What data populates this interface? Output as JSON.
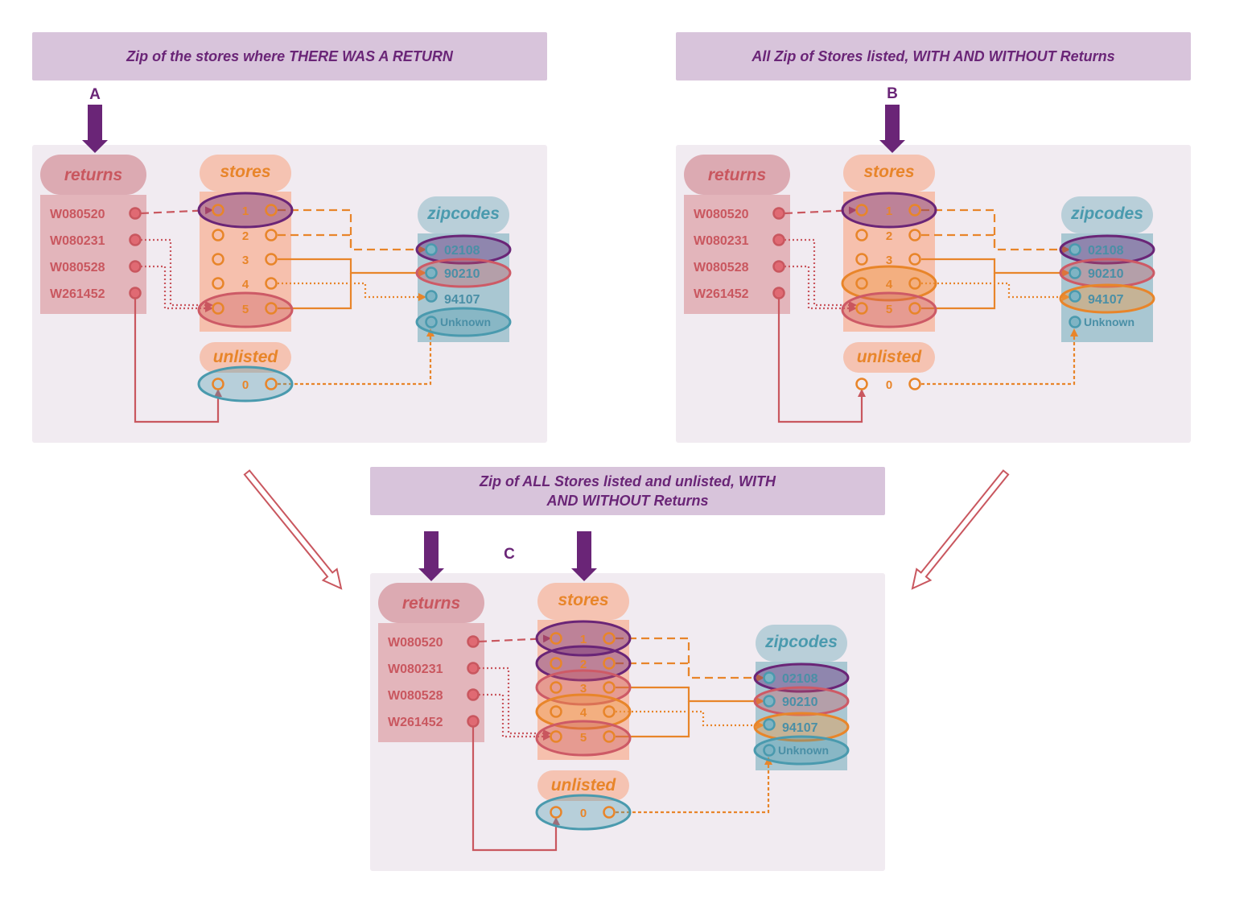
{
  "banners": {
    "a": "Zip of the stores where THERE WAS A RETURN",
    "b": "All Zip of Stores listed, WITH AND WITHOUT Returns",
    "c": "Zip of ALL Stores listed and unlisted, WITH AND WITHOUT Returns"
  },
  "panel_letters": [
    "A",
    "B",
    "C"
  ],
  "tables": {
    "returns_title": "returns",
    "stores_title": "stores",
    "zipcodes_title": "zipcodes",
    "unlisted_title": "unlisted"
  },
  "return_ids": [
    "W080520",
    "W080231",
    "W080528",
    "W261452"
  ],
  "store_ids": [
    "1",
    "2",
    "3",
    "4",
    "5"
  ],
  "unlisted_ids": [
    "0"
  ],
  "zipcodes": [
    "02108",
    "90210",
    "94107",
    "Unknown"
  ],
  "colors": {
    "returns": "#c9575f",
    "stores": "#e8852a",
    "zipcodes": "#4a9aae",
    "highlight_purple": "#6a2577",
    "banner_bg": "#d8c4db",
    "panel_bg": "#f1ebf1"
  }
}
